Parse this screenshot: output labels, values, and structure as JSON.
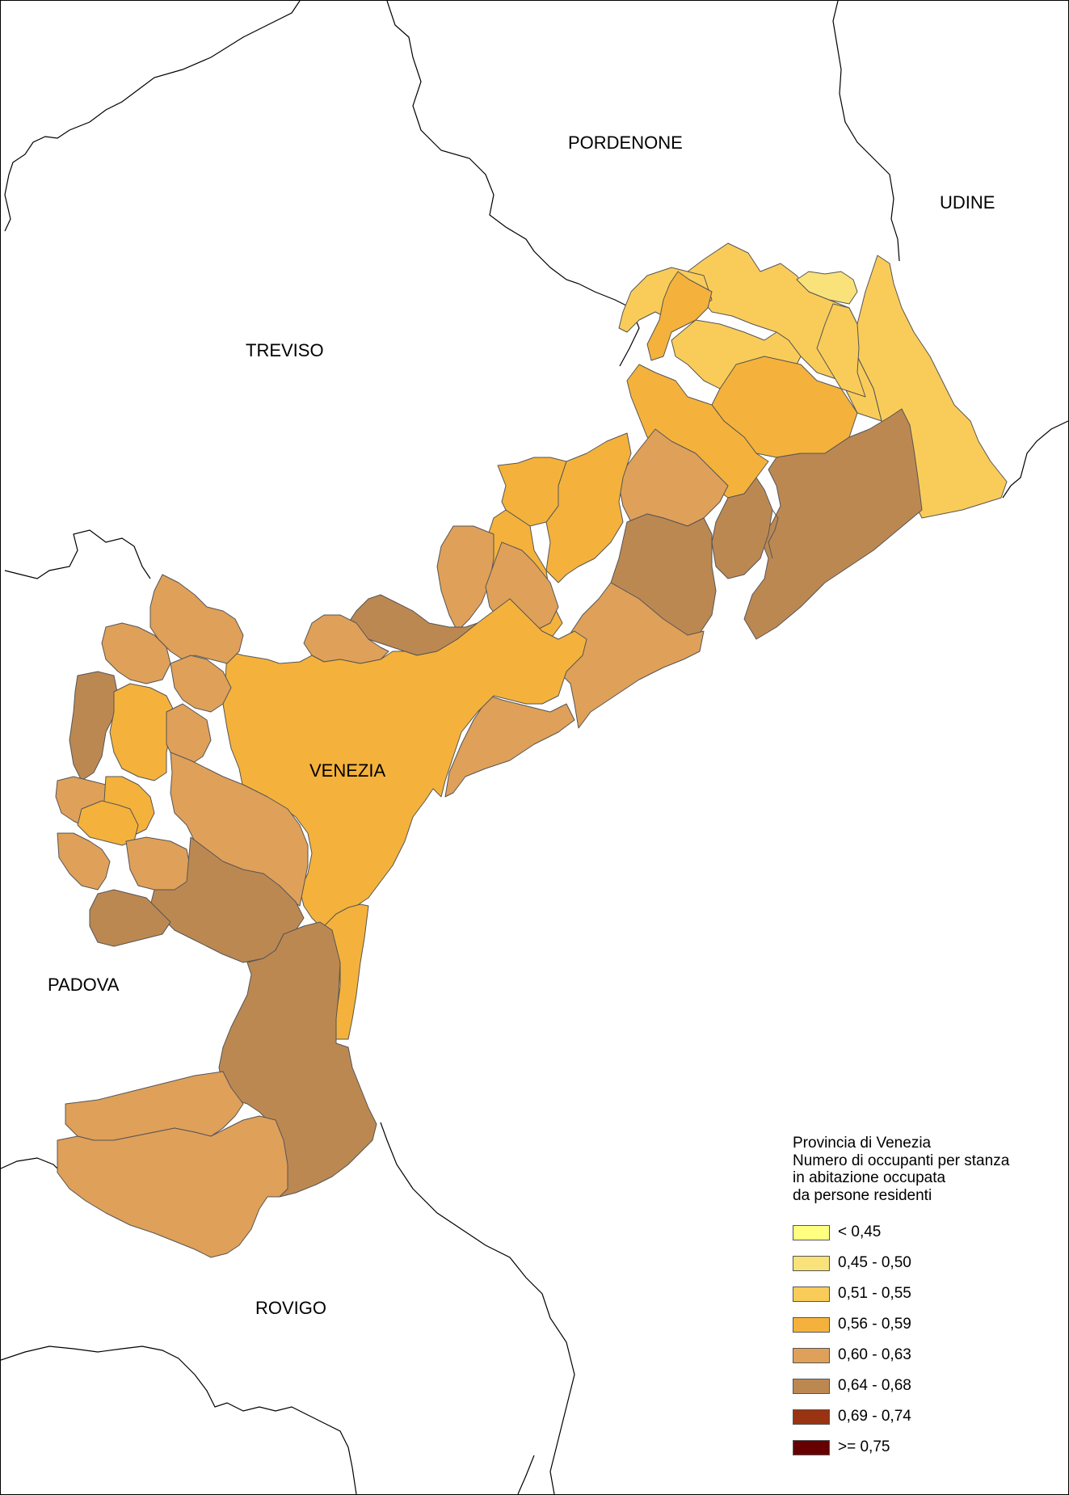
{
  "map": {
    "neighbour_labels": [
      {
        "id": "pordenone",
        "text": "PORDENONE"
      },
      {
        "id": "udine",
        "text": "UDINE"
      },
      {
        "id": "treviso",
        "text": "TREVISO"
      },
      {
        "id": "venezia",
        "text": "VENEZIA"
      },
      {
        "id": "padova",
        "text": "PADOVA"
      },
      {
        "id": "rovigo",
        "text": "ROVIGO"
      }
    ],
    "border_color": "#000000",
    "sea_color": "#ffffff"
  },
  "legend": {
    "title_lines": [
      "Provincia di Venezia",
      "Numero di occupanti per stanza",
      "in abitazione occupata",
      "da persone residenti"
    ],
    "classes": [
      {
        "label": "< 0,45",
        "color": "#FFFF80"
      },
      {
        "label": "0,45 - 0,50",
        "color": "#F9E27A"
      },
      {
        "label": "0,51 - 0,55",
        "color": "#F9CC5A"
      },
      {
        "label": "0,56 - 0,59",
        "color": "#F4B23C"
      },
      {
        "label": "0,60 - 0,63",
        "color": "#DFA05A"
      },
      {
        "label": "0,64 - 0,68",
        "color": "#BC8852"
      },
      {
        "label": "0,69 - 0,74",
        "color": "#993311"
      },
      {
        "label": ">= 0,75",
        "color": "#660000"
      }
    ]
  }
}
